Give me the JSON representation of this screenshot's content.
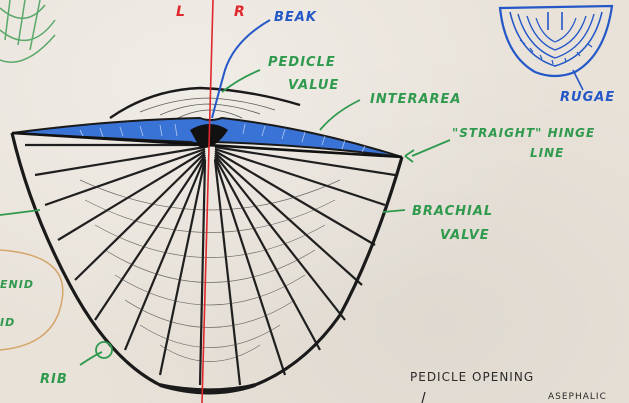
{
  "labels": {
    "left": "L",
    "right": "R",
    "beak": "BEAK",
    "pedicle_line1": "PEDICLE",
    "pedicle_line2": "VALUE",
    "interarea": "INTERAREA",
    "hinge_line1": "\"STRAIGHT\" HINGE",
    "hinge_line2": "LINE",
    "brachial_line1": "BRACHIAL",
    "brachial_line2": "VALVE",
    "rugae": "RUGAE",
    "rib": "RIB",
    "pedicle_opening": "PEDICLE OPENING",
    "partial_right": "ASEPHALIC",
    "partial_left1": "ENID",
    "partial_left2": "ID"
  },
  "colors": {
    "green_ink": "#2f9a4d",
    "blue_ink": "#2457c7",
    "red_ink": "#e0282c",
    "black_ink": "#222222"
  }
}
